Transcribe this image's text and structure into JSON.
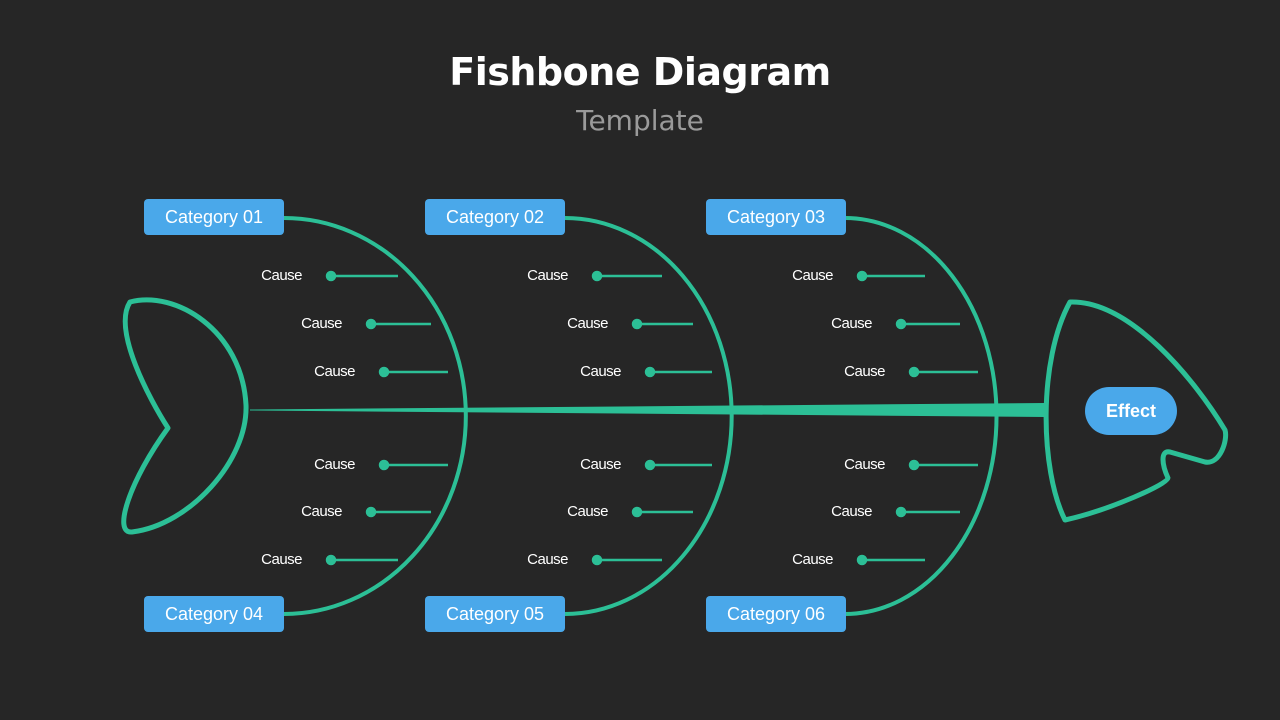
{
  "title": "Fishbone Diagram",
  "subtitle": "Template",
  "colors": {
    "background": "#262626",
    "bone": "#2cbf96",
    "box": "#4aa8ea",
    "text": "#ffffff",
    "subtitle": "#9a9a9a"
  },
  "categories": [
    {
      "label": "Category 01",
      "causes": [
        "Cause",
        "Cause",
        "Cause"
      ]
    },
    {
      "label": "Category 02",
      "causes": [
        "Cause",
        "Cause",
        "Cause"
      ]
    },
    {
      "label": "Category 03",
      "causes": [
        "Cause",
        "Cause",
        "Cause"
      ]
    },
    {
      "label": "Category 04",
      "causes": [
        "Cause",
        "Cause",
        "Cause"
      ]
    },
    {
      "label": "Category 05",
      "causes": [
        "Cause",
        "Cause",
        "Cause"
      ]
    },
    {
      "label": "Category 06",
      "causes": [
        "Cause",
        "Cause",
        "Cause"
      ]
    }
  ],
  "effect": "Effect"
}
